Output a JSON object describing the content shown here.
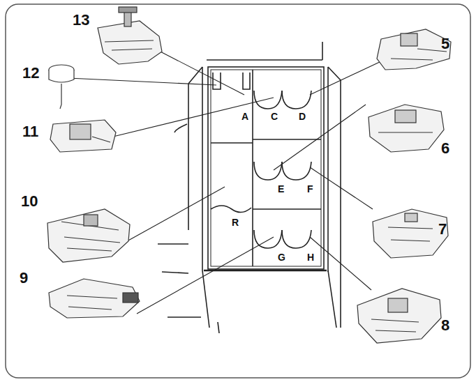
{
  "diagram": {
    "labels": [
      "13",
      "12",
      "11",
      "10",
      "9",
      "5",
      "6",
      "7",
      "8",
      "A",
      "C",
      "D",
      "E",
      "F",
      "G",
      "H",
      "R"
    ]
  }
}
